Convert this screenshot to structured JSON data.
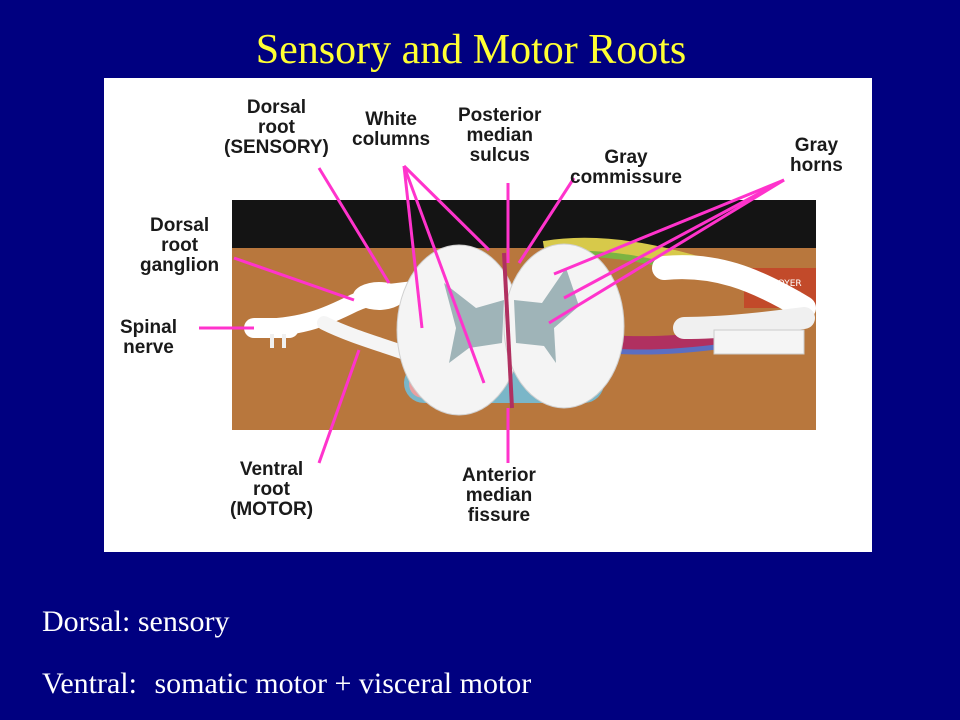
{
  "title": "Sensory and Motor Roots",
  "figure": {
    "labels": {
      "dorsal_root": [
        "Dorsal",
        "root",
        "(SENSORY)"
      ],
      "white_columns": [
        "White",
        "columns"
      ],
      "posterior_median_sulcus": [
        "Posterior",
        "median",
        "sulcus"
      ],
      "gray_commissure": [
        "Gray",
        "commissure"
      ],
      "gray_horns": [
        "Gray",
        "horns"
      ],
      "dorsal_root_ganglion": [
        "Dorsal",
        "root",
        "ganglion"
      ],
      "spinal_nerve": [
        "Spinal",
        "nerve"
      ],
      "ventral_root": [
        "Ventral",
        "root",
        "(MOTOR)"
      ],
      "anterior_median_fissure": [
        "Anterior",
        "median",
        "fissure"
      ]
    },
    "colors": {
      "pointer": "#ff33cc",
      "board": "#b8773d",
      "gray_matter": "#9fb4b8",
      "white_matter": "#f4f4f4"
    }
  },
  "notes": [
    {
      "term": "Dorsal:",
      "text": "sensory"
    },
    {
      "term": "Ventral:",
      "text": "somatic motor + visceral motor"
    }
  ]
}
